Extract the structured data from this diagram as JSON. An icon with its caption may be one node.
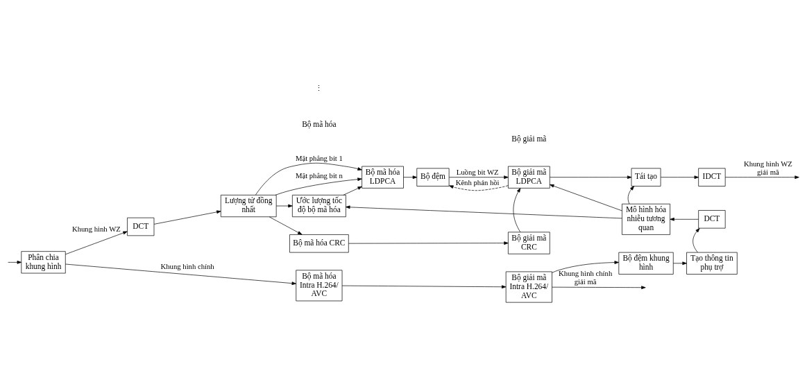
{
  "diagram": {
    "nodes": [
      {
        "text": [
          "Phân chia khung hình"
        ]
      },
      {
        "text": [
          "DCT"
        ]
      },
      {
        "text": [
          "Lượng tử đồng nhất"
        ]
      },
      {
        "text": [
          "Bộ mã hóa LDPCA"
        ]
      },
      {
        "text": [
          "Bộ đệm"
        ]
      },
      {
        "text": [
          "Bộ giải mã LDPCA"
        ]
      },
      {
        "text": [
          "Tái tạo"
        ]
      },
      {
        "text": [
          "IDCT"
        ]
      },
      {
        "text": [
          "Ước lượng tốc độ bộ mã hóa"
        ]
      },
      {
        "text": [
          "Mô hình hóa nhiễu tương quan"
        ]
      },
      {
        "text": [
          "Bộ mã hóa CRC"
        ]
      },
      {
        "text": [
          "Bộ giải mã CRC"
        ]
      },
      {
        "text": [
          "DCT"
        ]
      },
      {
        "text": [
          "Bộ đệm khung hình"
        ]
      },
      {
        "text": [
          "Tạo thông tin phụ trợ"
        ]
      },
      {
        "text": [
          "Bộ mã hóa Intra H.264/ AVC"
        ]
      },
      {
        "text": [
          "Bộ giải mã Intra H.264/ AVC"
        ]
      }
    ],
    "edges": [
      {
        "from": null,
        "to": 0,
        "arrow": "to"
      },
      {
        "from": 0,
        "to": 1,
        "arrow": "to",
        "label": "Khung hình WZ"
      },
      {
        "from": 1,
        "to": 2,
        "arrow": "to"
      },
      {
        "from": 2,
        "to": 3,
        "arrow": "to",
        "label": "Mặt phẳng bit 1"
      },
      {
        "from": 2,
        "to": 3,
        "arrow": "to",
        "label": "Mặt phẳng bit n"
      },
      {
        "from": 2,
        "to": 8,
        "arrow": "to"
      },
      {
        "from": 2,
        "to": 10,
        "arrow": "to"
      },
      {
        "from": 8,
        "to": 3,
        "arrow": "to"
      },
      {
        "from": 3,
        "to": 4,
        "arrow": "to"
      },
      {
        "from": 4,
        "to": 5,
        "arrow": "to",
        "label": "Luồng bit WZ"
      },
      {
        "from": 5,
        "to": 4,
        "arrow": "to",
        "style": "dashed",
        "label": "Kênh phản hồi"
      },
      {
        "from": 5,
        "to": 6,
        "arrow": "to"
      },
      {
        "from": 6,
        "to": 7,
        "arrow": "to"
      },
      {
        "from": 7,
        "to": null,
        "arrow": "to",
        "label": "Khung hình WZ giải mã"
      },
      {
        "from": 9,
        "to": 8,
        "arrow": "to"
      },
      {
        "from": 9,
        "to": 6,
        "arrow": "to"
      },
      {
        "from": 9,
        "to": 5,
        "arrow": "to"
      },
      {
        "from": 10,
        "to": 11,
        "arrow": "to"
      },
      {
        "from": 11,
        "to": 5,
        "arrow": "to"
      },
      {
        "from": 12,
        "to": 9,
        "arrow": "to"
      },
      {
        "from": 14,
        "to": 12,
        "arrow": "to"
      },
      {
        "from": 13,
        "to": 14,
        "arrow": "to"
      },
      {
        "from": 0,
        "to": 15,
        "arrow": "to",
        "label": "Khung hình chính"
      },
      {
        "from": 15,
        "to": 16,
        "arrow": "to"
      },
      {
        "from": 16,
        "to": 13,
        "arrow": "to"
      },
      {
        "from": 16,
        "to": null,
        "arrow": "to",
        "label": "Khung hình chính giải mã"
      }
    ],
    "labels": [
      "Bộ mã hóa",
      "Bộ giải mã",
      "⋮"
    ]
  }
}
